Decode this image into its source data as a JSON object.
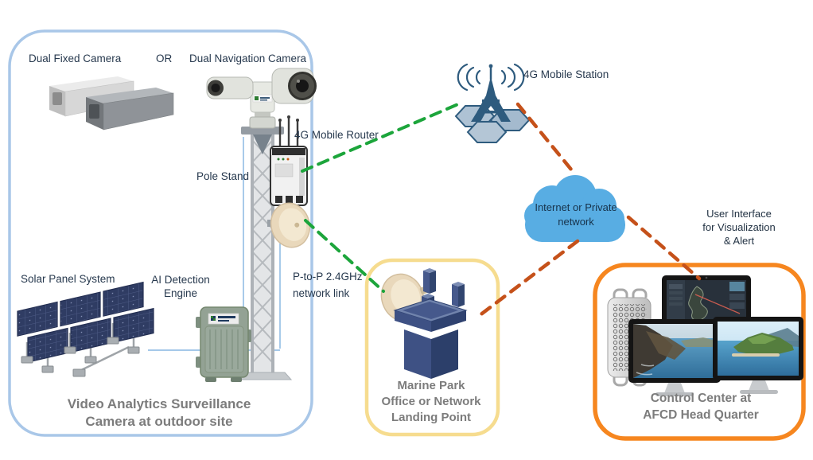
{
  "colors": {
    "outdoor_box_border": "#A9C7E8",
    "marine_box_border": "#F6DC8F",
    "control_box_border": "#F6861F",
    "p2p_link_green": "#1CA53B",
    "internet_link_orange": "#C5511A",
    "cloud_fill": "#58ADE3",
    "station_navy": "#2E5B7E",
    "label_text": "#27394E",
    "caption_text": "#7C7C7C"
  },
  "outdoor_site": {
    "camera_options": {
      "fixed_label": "Dual Fixed Camera",
      "or_label": "OR",
      "navigation_label": "Dual Navigation Camera"
    },
    "pole_stand_label": "Pole Stand",
    "router_label": "4G Mobile Router",
    "solar_label": "Solar Panel System",
    "ai_engine_label": {
      "line1": "AI Detection",
      "line2": "Engine"
    },
    "caption": {
      "line1": "Video Analytics Surveillance",
      "line2": "Camera at outdoor site"
    }
  },
  "p2p_link_label": {
    "line1": "P-to-P 2.4GHz",
    "line2": "network link"
  },
  "mobile_station": {
    "label": "4G Mobile Station"
  },
  "cloud": {
    "label": {
      "line1": "Internet or Private",
      "line2": "network"
    }
  },
  "user_interface": {
    "label": {
      "line1": "User Interface",
      "line2": "for Visualization",
      "line3": "& Alert"
    }
  },
  "marine_park": {
    "caption": {
      "line1": "Marine Park",
      "line2": "Office or Network",
      "line3": "Landing Point"
    }
  },
  "control_center": {
    "caption": {
      "line1": "Control Center at",
      "line2": "AFCD Head Quarter"
    }
  },
  "links": [
    {
      "from": "4G Mobile Router",
      "to": "4G Mobile Station",
      "style": "green-dashed"
    },
    {
      "from": "P-to-P antenna at outdoor site",
      "to": "Marine Park antenna",
      "style": "green-dashed"
    },
    {
      "from": "4G Mobile Station",
      "to": "Internet or Private network",
      "style": "orange-dashed"
    },
    {
      "from": "Internet or Private network",
      "to": "Marine Park Office",
      "style": "orange-dashed"
    },
    {
      "from": "Internet or Private network",
      "to": "Control Center",
      "style": "orange-dashed"
    }
  ],
  "icons": [
    "dual-fixed-camera-icon",
    "dual-navigation-camera-icon",
    "pole-stand-icon",
    "4g-mobile-router-icon",
    "p2p-dish-icon",
    "solar-panel-icon",
    "ai-engine-icon",
    "4g-station-tower-icon",
    "cloud-icon",
    "marine-dish-icon",
    "marine-building-icon",
    "mac-pro-tower-icon",
    "map-monitor-icon",
    "photo-monitor-left-icon",
    "photo-monitor-right-icon"
  ]
}
